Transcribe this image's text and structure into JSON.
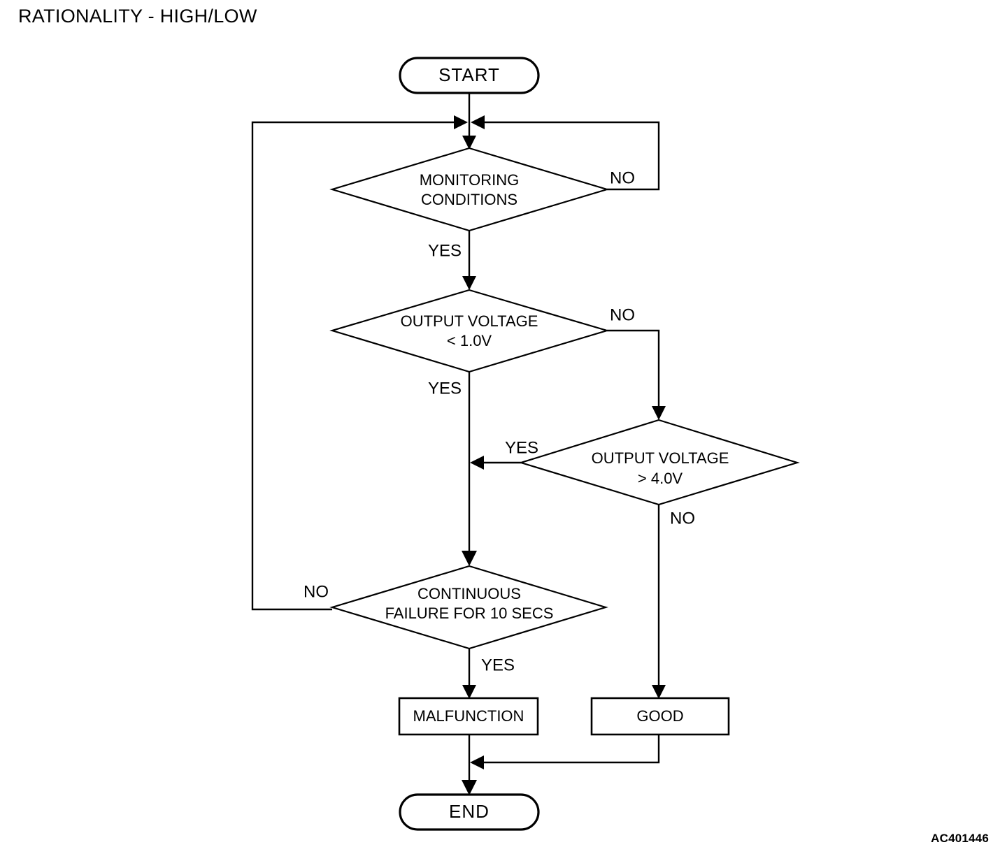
{
  "title": "RATIONALITY - HIGH/LOW",
  "figure_code": "AC401446",
  "diagram": {
    "type": "flowchart",
    "nodes": {
      "start": {
        "label": "START",
        "shape": "terminal"
      },
      "monitoring_conditions": {
        "label_line1": "MONITORING",
        "label_line2": "CONDITIONS",
        "shape": "decision"
      },
      "output_voltage_low": {
        "label_line1": "OUTPUT VOLTAGE",
        "label_line2": "< 1.0V",
        "shape": "decision"
      },
      "output_voltage_high": {
        "label_line1": "OUTPUT VOLTAGE",
        "label_line2": "> 4.0V",
        "shape": "decision"
      },
      "continuous_failure": {
        "label_line1": "CONTINUOUS",
        "label_line2": "FAILURE FOR 10 SECS",
        "shape": "decision"
      },
      "malfunction": {
        "label": "MALFUNCTION",
        "shape": "process"
      },
      "good": {
        "label": "GOOD",
        "shape": "process"
      },
      "end": {
        "label": "END",
        "shape": "terminal"
      }
    },
    "edge_labels": {
      "monitoring_no": "NO",
      "monitoring_yes": "YES",
      "voltage_low_no": "NO",
      "voltage_low_yes": "YES",
      "voltage_high_yes": "YES",
      "voltage_high_no": "NO",
      "failure_no": "NO",
      "failure_yes": "YES"
    },
    "colors": {
      "stroke": "#000000",
      "fill": "#ffffff",
      "text": "#000000"
    }
  }
}
